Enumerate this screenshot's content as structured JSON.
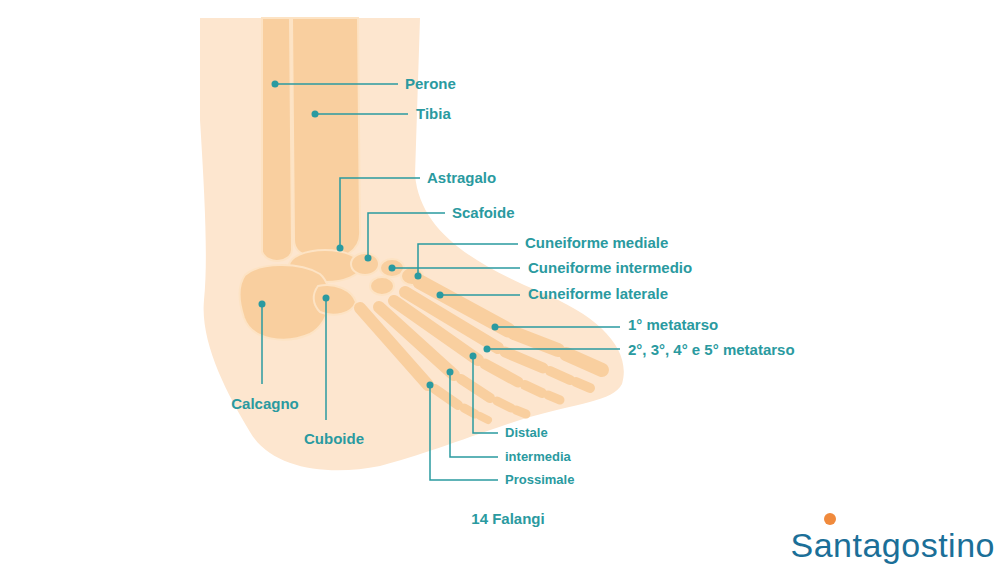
{
  "diagram": {
    "labels": [
      "Perone",
      "Tibia",
      "Astragalo",
      "Scafoide",
      "Cuneiforme mediale",
      "Cuneiforme intermedio",
      "Cuneiforme laterale",
      "1° metatarso",
      "2°, 3°, 4° e 5° metatarso",
      "Calcagno",
      "Cuboide",
      "Distale",
      "intermedia",
      "Prossimale",
      "14 Falangi",
      "Santagostino"
    ]
  }
}
